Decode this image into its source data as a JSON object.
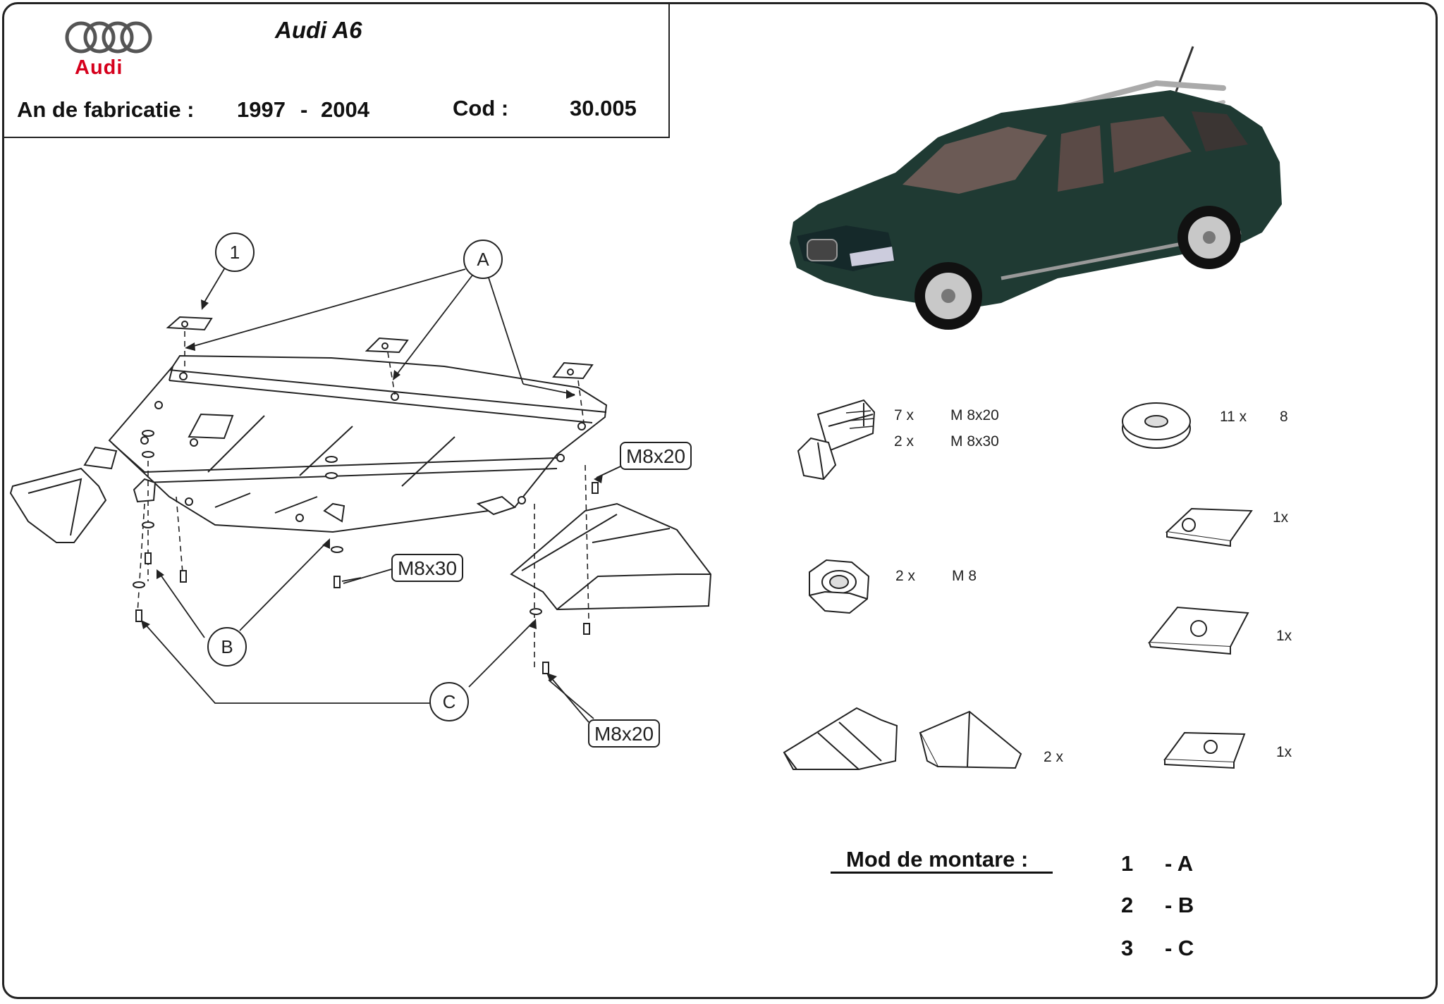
{
  "header": {
    "brand": "Audi",
    "model": "Audi A6",
    "year_label": "An de fabricatie :",
    "year_start": "1997",
    "year_dash": "-",
    "year_end": "2004",
    "code_label": "Cod  :",
    "code_value": "30.005",
    "brand_color": "#d6001c"
  },
  "diagram": {
    "markers": {
      "one": "1",
      "a": "A",
      "b": "B",
      "c": "C"
    },
    "bolt_labels": {
      "top_right": "M8x20",
      "middle": "M8x30",
      "bottom": "M8x20"
    }
  },
  "hardware": {
    "bolts": [
      {
        "qty": "7 x",
        "size": "M 8x20"
      },
      {
        "qty": "2 x",
        "size": "M 8x30"
      }
    ],
    "nut": {
      "qty": "2 x",
      "size": "M 8"
    },
    "washer": {
      "qty": "11 x",
      "size": "8"
    },
    "brackets": {
      "qty": "2 x"
    },
    "plates": [
      {
        "qty": "1x"
      },
      {
        "qty": "1x"
      },
      {
        "qty": "1x"
      }
    ]
  },
  "mounting": {
    "title": "Mod de montare :",
    "steps": [
      {
        "num": "1",
        "letter": "- A"
      },
      {
        "num": "2",
        "letter": "- B"
      },
      {
        "num": "3",
        "letter": "- C"
      }
    ]
  }
}
